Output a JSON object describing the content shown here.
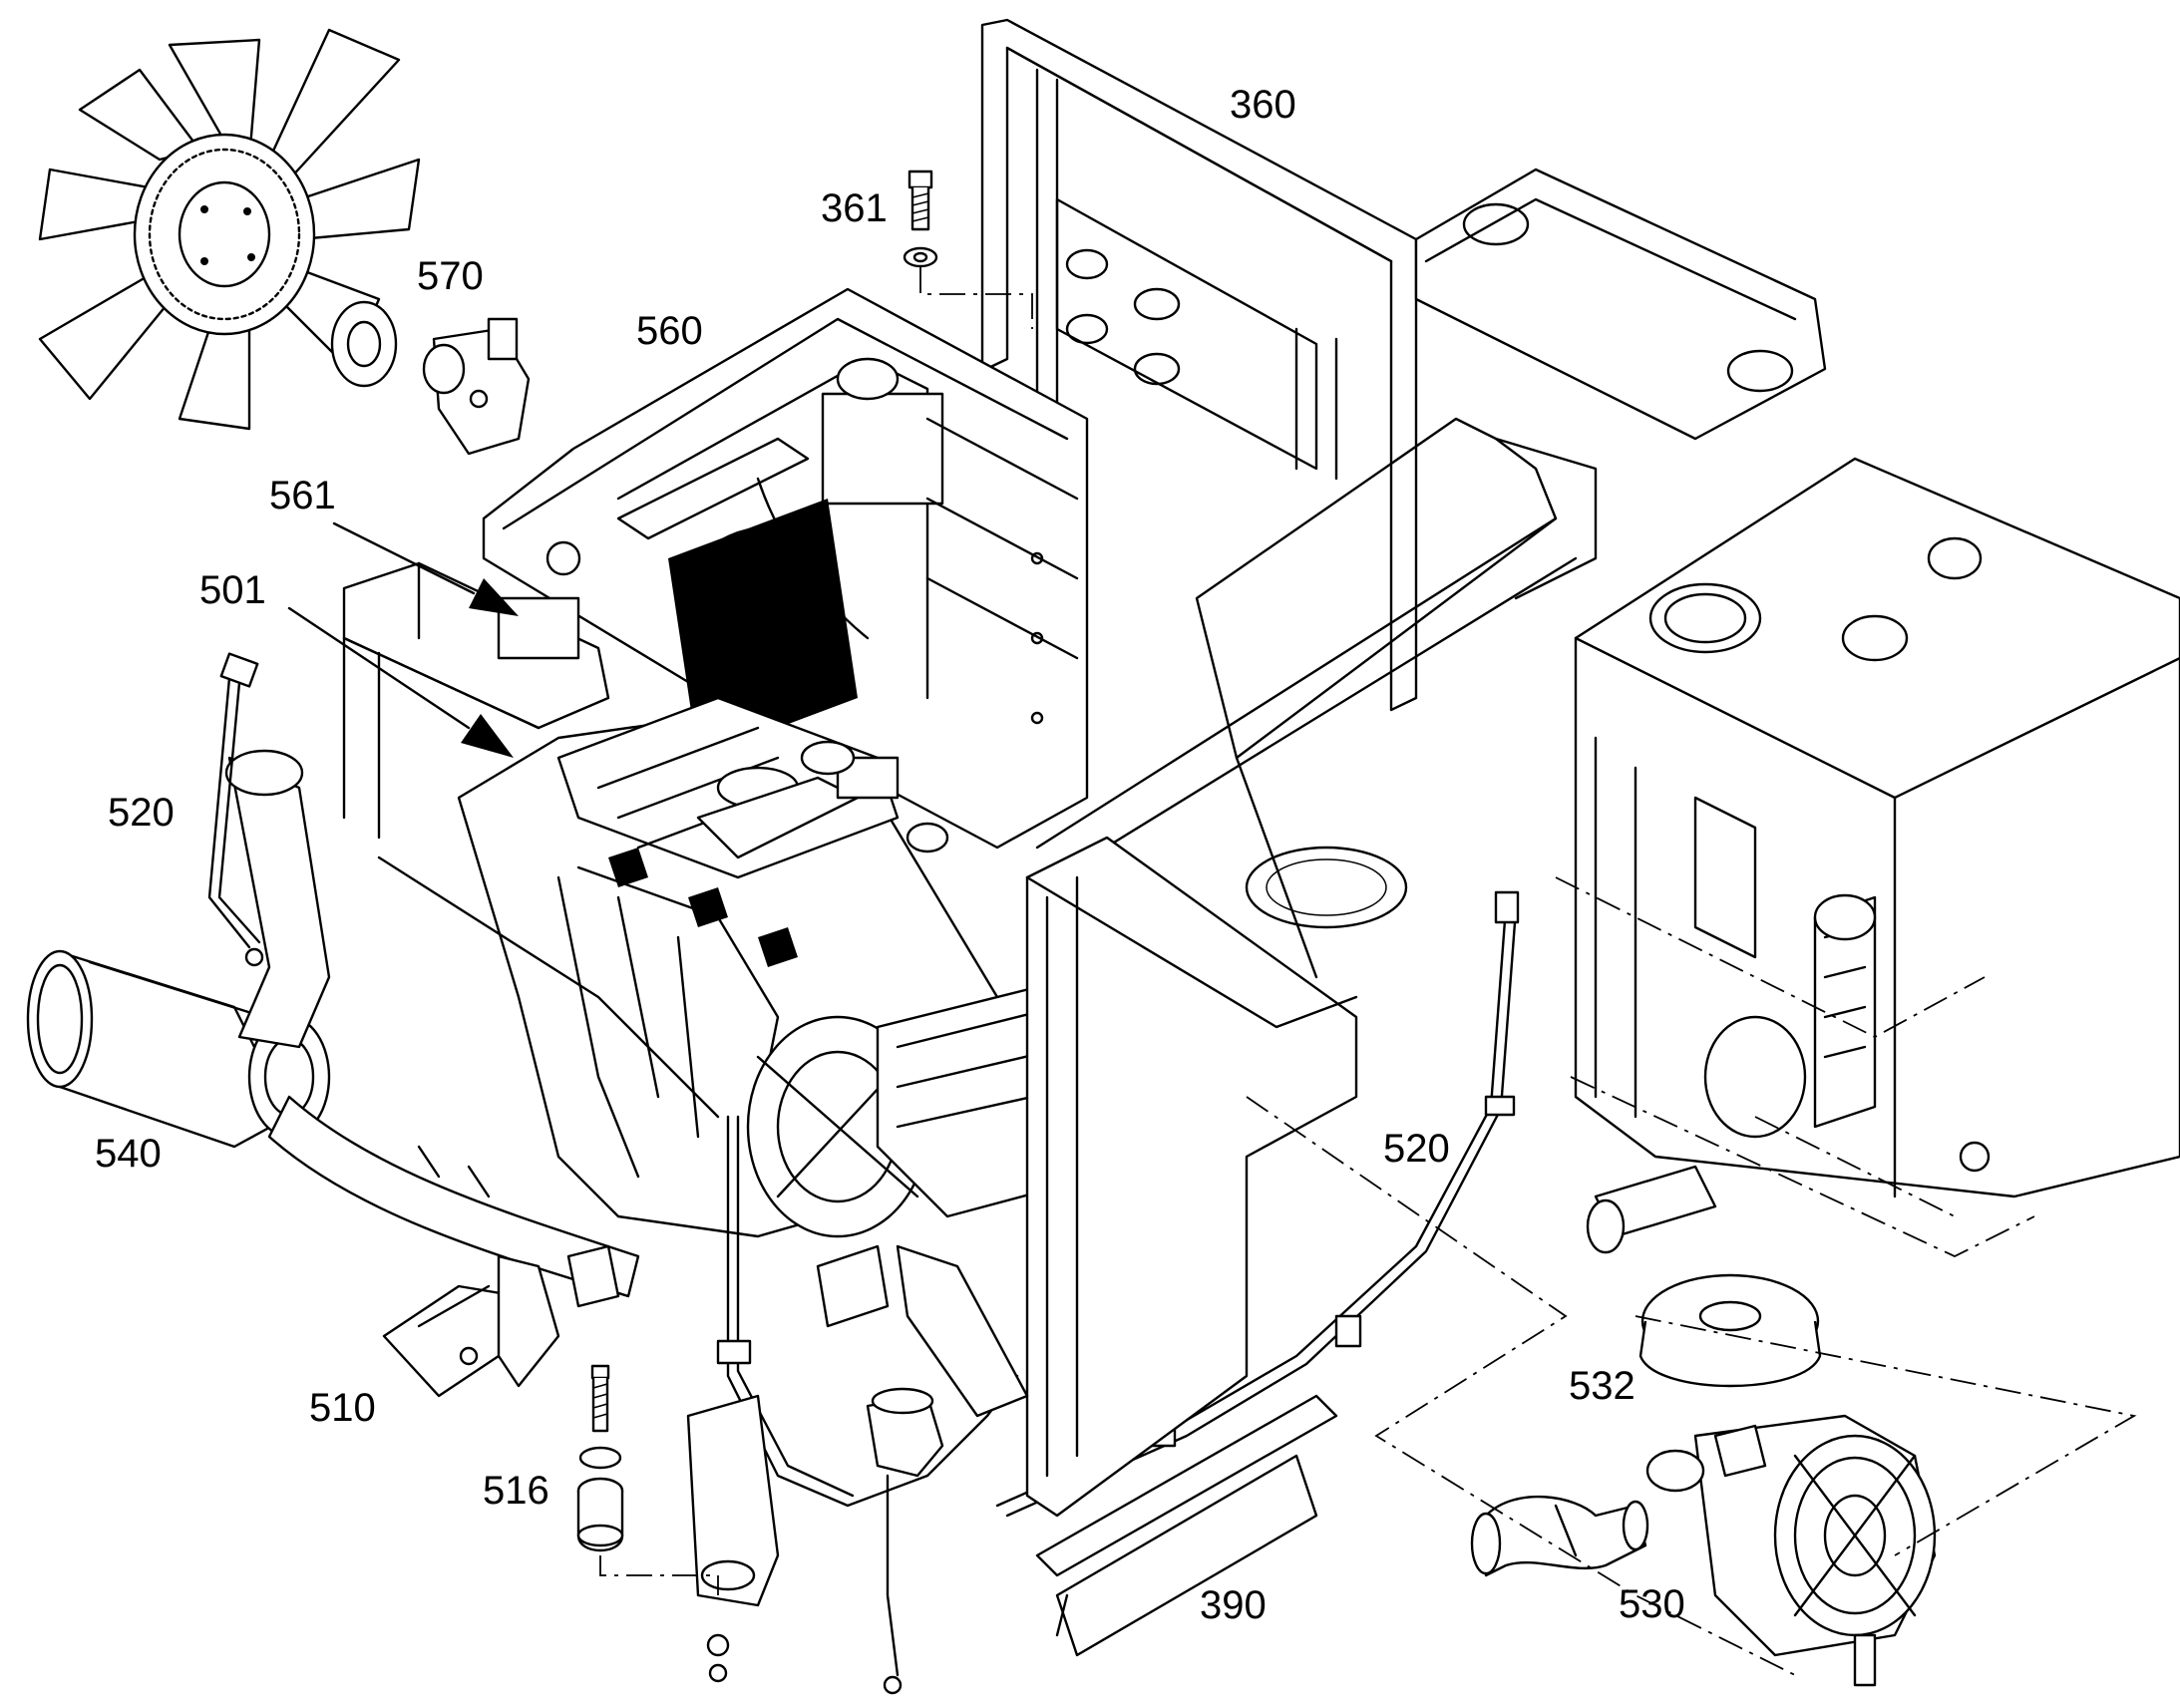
{
  "diagram": {
    "callouts": [
      {
        "id": "360",
        "label": "360"
      },
      {
        "id": "361",
        "label": "361"
      },
      {
        "id": "570",
        "label": "570"
      },
      {
        "id": "560",
        "label": "560"
      },
      {
        "id": "561",
        "label": "561"
      },
      {
        "id": "501",
        "label": "501"
      },
      {
        "id": "520a",
        "label": "520"
      },
      {
        "id": "540",
        "label": "540"
      },
      {
        "id": "520b",
        "label": "520"
      },
      {
        "id": "510",
        "label": "510"
      },
      {
        "id": "516",
        "label": "516"
      },
      {
        "id": "532",
        "label": "532"
      },
      {
        "id": "390",
        "label": "390"
      },
      {
        "id": "530",
        "label": "530"
      }
    ]
  }
}
